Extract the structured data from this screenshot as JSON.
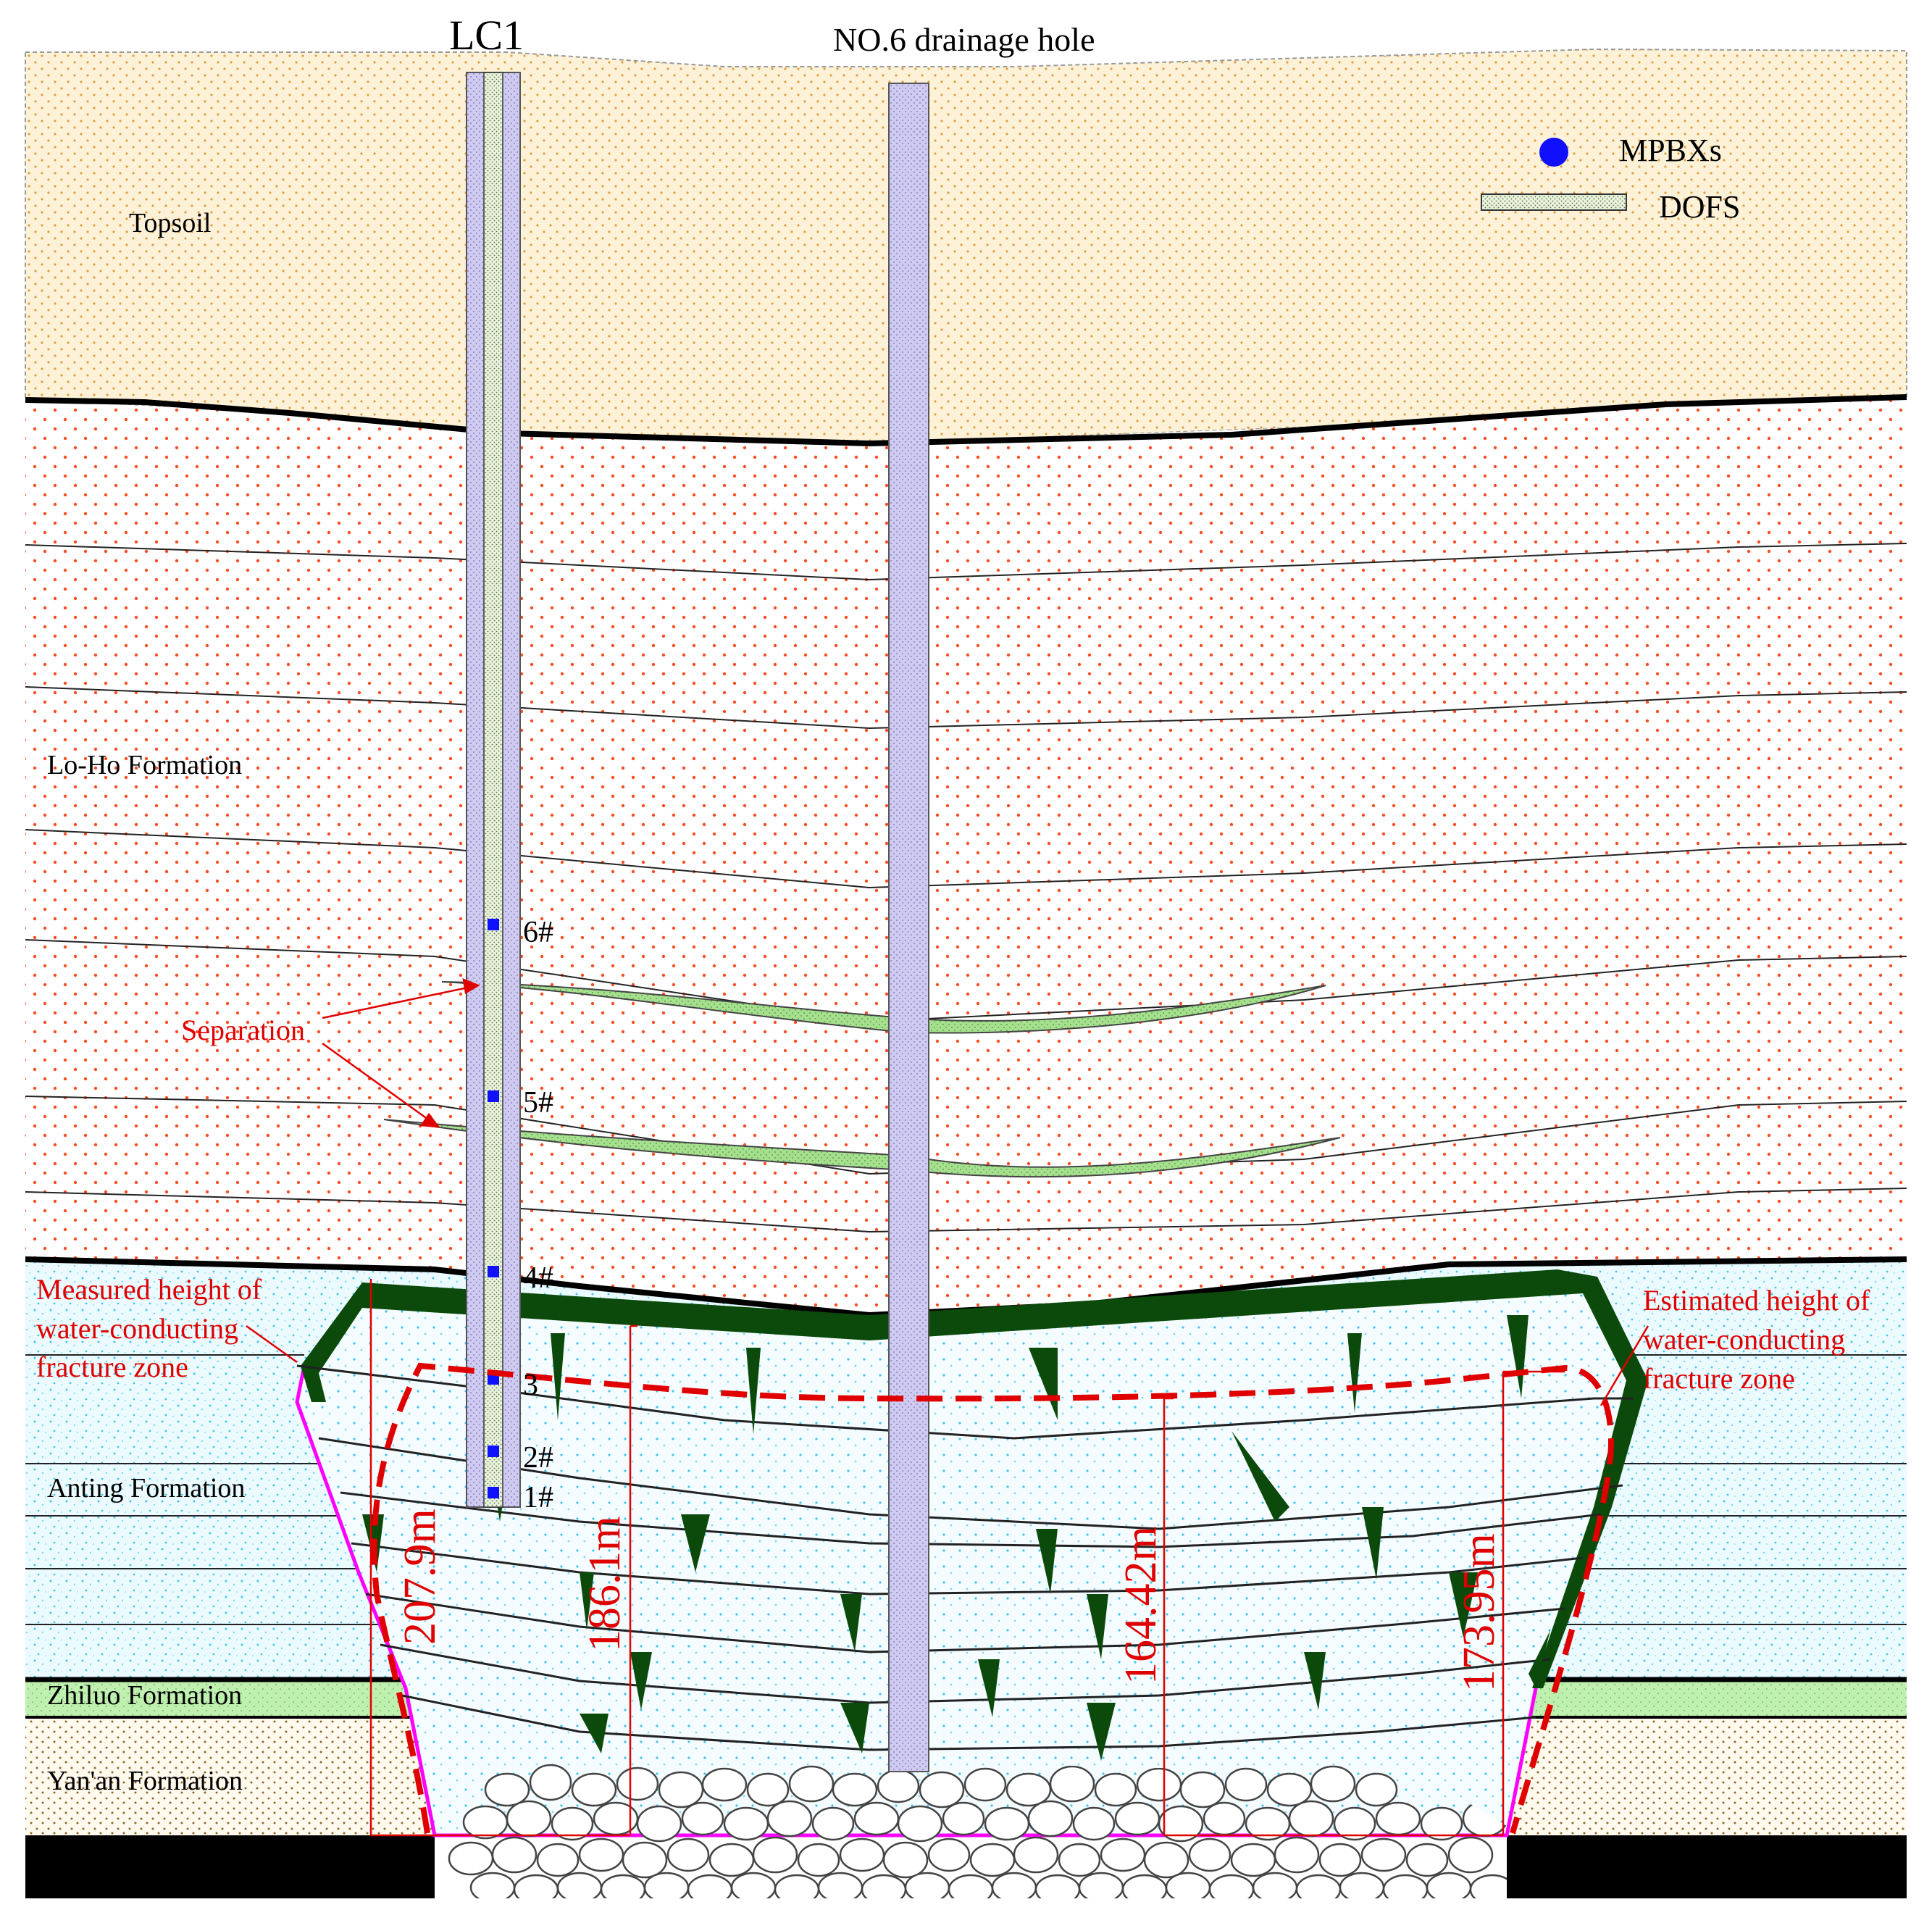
{
  "boreholes": {
    "lc1_label": "LC1",
    "drainage_label": "NO.6 drainage hole"
  },
  "legend": {
    "mpbx_label": "MPBXs",
    "dofs_label": "DOFS"
  },
  "formations": {
    "topsoil": "Topsoil",
    "loho": "Lo-Ho Formation",
    "anting": "Anting Formation",
    "zhiluo": "Zhiluo Formation",
    "yanan": "Yan'an Formation"
  },
  "anchors": [
    "6#",
    "5#",
    "4#",
    "3",
    "2#",
    "1#"
  ],
  "annotations": {
    "separation": "Separation",
    "measured_line1": "Measured height of",
    "measured_line2": "water-conducting",
    "measured_line3": "fracture zone",
    "estimated_line1": "Estimated height of",
    "estimated_line2": "water-conducting",
    "estimated_line3": "fracture zone"
  },
  "dimensions": {
    "d1": "207.9m",
    "d2": "186.1m",
    "d3": "164.42m",
    "d4": "173.95m"
  },
  "colors": {
    "annotation": "#e00000",
    "mpbx": "#1010ff",
    "fracture_fill": "#0b4a0b",
    "separation_fill": "#9fdc8c",
    "zone_outline": "#ff00ff"
  }
}
